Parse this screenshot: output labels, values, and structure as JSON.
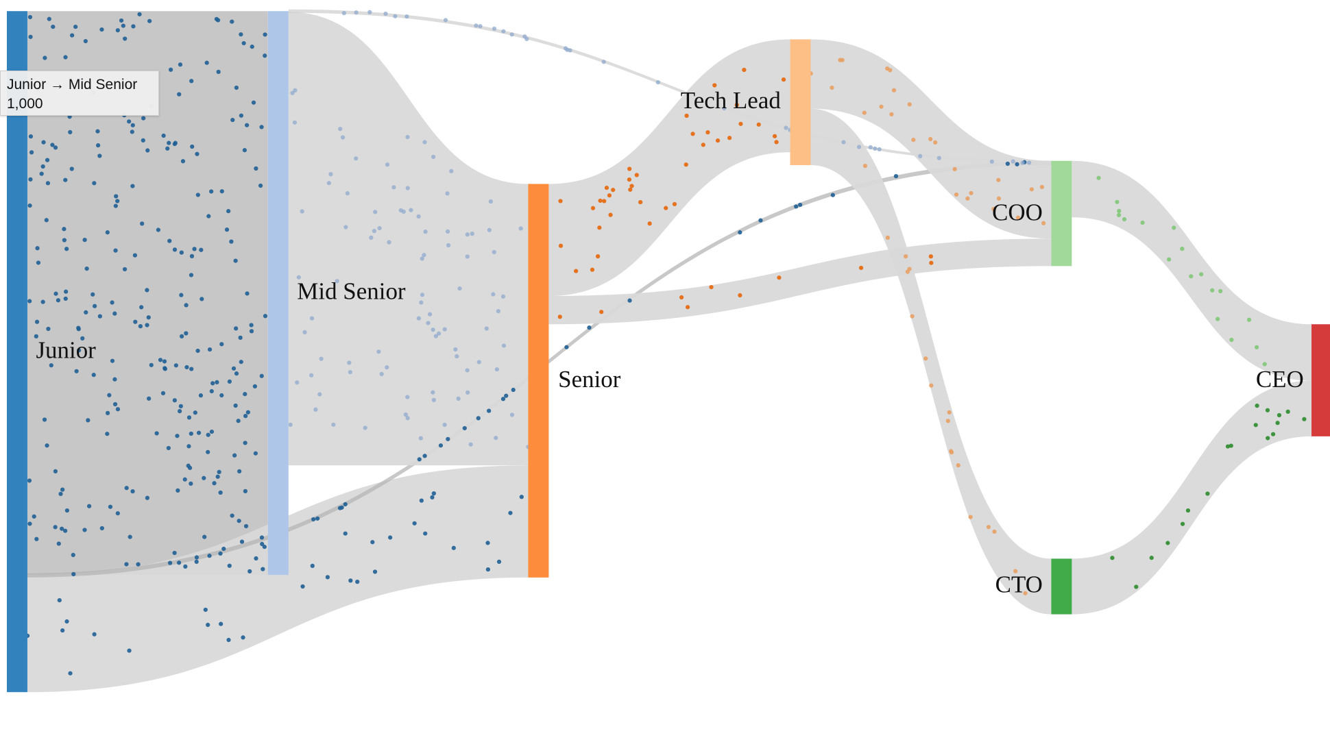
{
  "diagram": {
    "type": "sankey",
    "nodes": [
      {
        "id": "junior",
        "label": "Junior",
        "color": "#3182bd"
      },
      {
        "id": "mid",
        "label": "Mid Senior",
        "color": "#aec7e8"
      },
      {
        "id": "senior",
        "label": "Senior",
        "color": "#fd8d3c"
      },
      {
        "id": "tech",
        "label": "Tech Lead",
        "color": "#fdbf86"
      },
      {
        "id": "coo",
        "label": "COO",
        "color": "#a1d99b"
      },
      {
        "id": "cto",
        "label": "CTO",
        "color": "#41ab4a"
      },
      {
        "id": "ceo",
        "label": "CEO",
        "color": "#d63b3b"
      }
    ],
    "links": [
      {
        "source": "junior",
        "target": "mid",
        "highlighted": true
      },
      {
        "source": "junior",
        "target": "senior"
      },
      {
        "source": "junior",
        "target": "coo"
      },
      {
        "source": "mid",
        "target": "senior"
      },
      {
        "source": "mid",
        "target": "coo"
      },
      {
        "source": "senior",
        "target": "tech"
      },
      {
        "source": "senior",
        "target": "coo"
      },
      {
        "source": "tech",
        "target": "coo"
      },
      {
        "source": "tech",
        "target": "cto"
      },
      {
        "source": "coo",
        "target": "ceo"
      },
      {
        "source": "cto",
        "target": "ceo"
      }
    ]
  },
  "tooltip": {
    "title": "Junior → Mid Senior",
    "value": "1,000"
  }
}
